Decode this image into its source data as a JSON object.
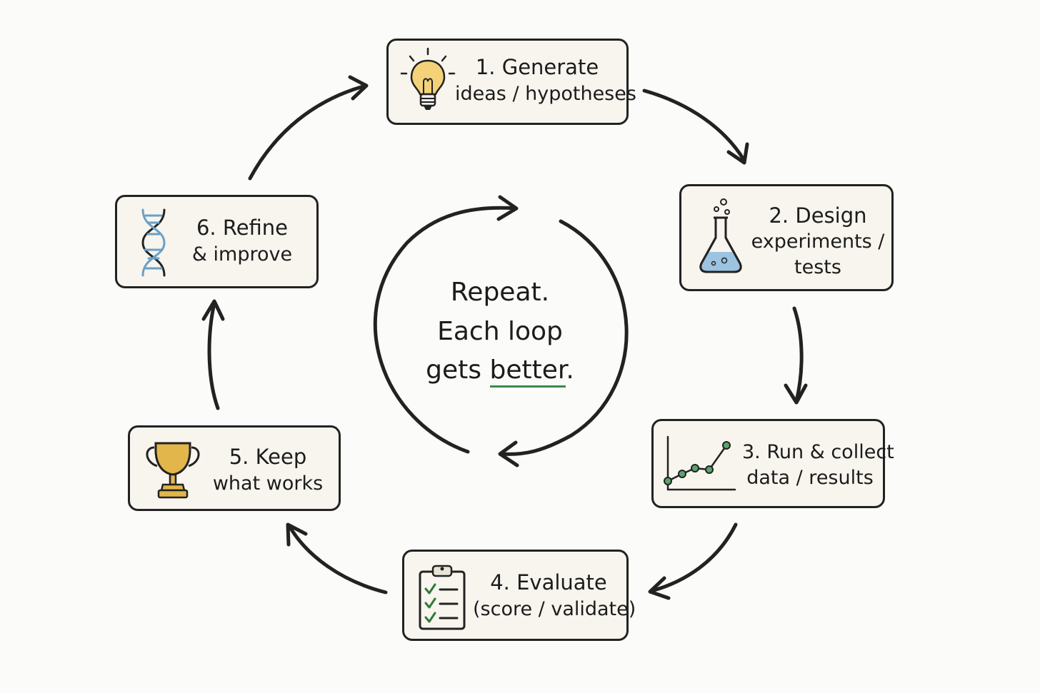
{
  "steps": [
    {
      "num": "1.",
      "lines": [
        "1. Generate",
        "ideas / hypotheses"
      ],
      "icon": "lightbulb-icon"
    },
    {
      "num": "2.",
      "lines": [
        "2. Design",
        "experiments /",
        "tests"
      ],
      "icon": "flask-icon"
    },
    {
      "num": "3.",
      "lines": [
        "3. Run & collect",
        "data / results"
      ],
      "icon": "line-chart-icon"
    },
    {
      "num": "4.",
      "lines": [
        "4. Evaluate",
        "(score / validate)"
      ],
      "icon": "clipboard-checklist-icon"
    },
    {
      "num": "5.",
      "lines": [
        "5. Keep",
        "what works"
      ],
      "icon": "trophy-icon"
    },
    {
      "num": "6.",
      "lines": [
        "6. Refine",
        "& improve"
      ],
      "icon": "dna-icon"
    }
  ],
  "center": {
    "line1": "Repeat.",
    "line2": "Each loop",
    "line3_prefix": "gets ",
    "line3_emphasis": "better",
    "line3_suffix": "."
  },
  "colors": {
    "outline": "#222222",
    "box_fill": "#f7f5ee",
    "bulb": "#f3d27a",
    "flask_liquid": "#9cc3e0",
    "chart_points": "#5aa469",
    "check": "#2f7a3d",
    "trophy": "#e2b64a",
    "dna": "#6aa0c8",
    "underline": "#3a8a4a"
  }
}
